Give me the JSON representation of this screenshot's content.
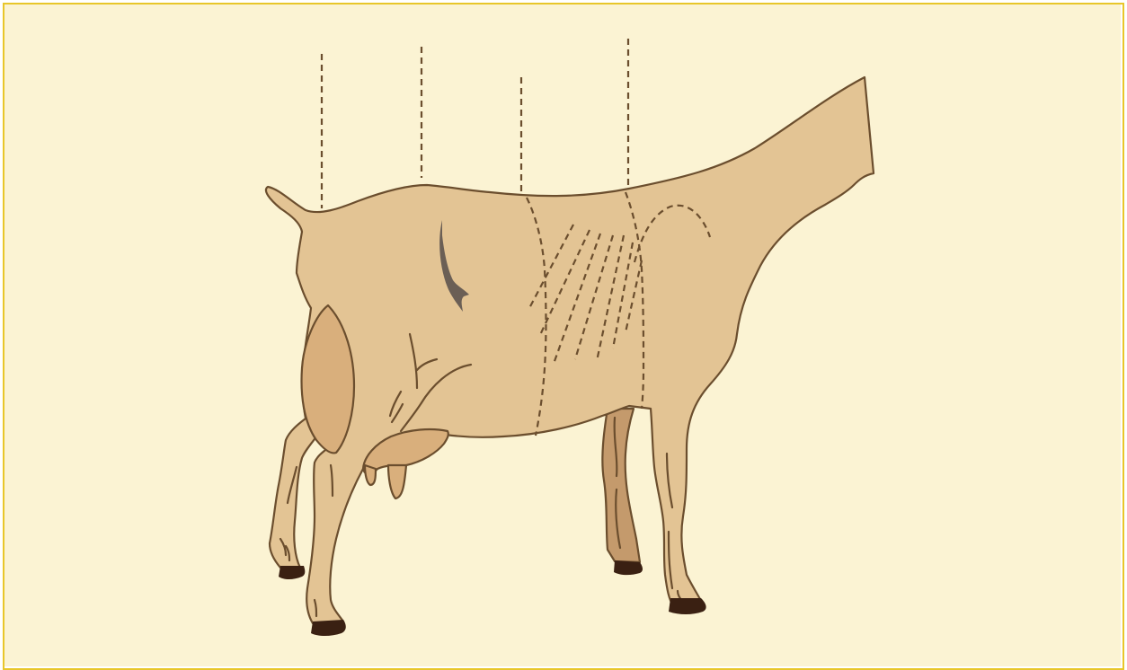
{
  "diagram": {
    "subject": "goat-body-cut-lines",
    "colors": {
      "background": "#fbf3d3",
      "border": "#e8c62a",
      "body": "#e3c494",
      "shade": "#d9af7c",
      "far_leg": "#c49a6c",
      "outline": "#6b4e2e",
      "hoof": "#3a2012",
      "tail": "#6b5f55"
    },
    "leader_lines": 4,
    "section_boundaries": 2,
    "rib_strokes": 7
  }
}
